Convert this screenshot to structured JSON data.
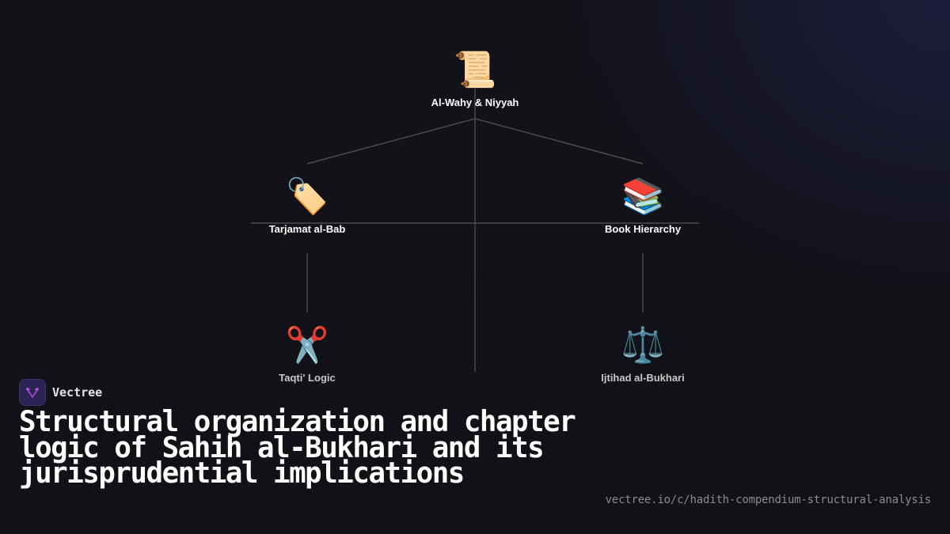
{
  "diagram": {
    "type": "tree",
    "nodes": [
      {
        "id": "root",
        "label": "Al-Wahy & Niyyah",
        "icon": "scroll-icon",
        "glyph": "📜"
      },
      {
        "id": "left",
        "label": "Tarjamat al-Bab",
        "icon": "label-tag-icon",
        "glyph": "🏷️"
      },
      {
        "id": "right",
        "label": "Book Hierarchy",
        "icon": "books-icon",
        "glyph": "📚"
      },
      {
        "id": "left-child",
        "label": "Taqti' Logic",
        "icon": "scissors-icon",
        "glyph": "✂️"
      },
      {
        "id": "right-child",
        "label": "Ijtihad al-Bukhari",
        "icon": "balance-scale-icon",
        "glyph": "⚖️"
      }
    ],
    "edges": [
      [
        "root",
        "left"
      ],
      [
        "root",
        "right"
      ],
      [
        "left",
        "left-child"
      ],
      [
        "right",
        "right-child"
      ]
    ],
    "line_color": "#4a4a52"
  },
  "brand": {
    "name": "Vectree",
    "logo_icon": "vectree-logo-icon",
    "accent": "#a444d8"
  },
  "title": "Structural organization and chapter logic of Sahih al-Bukhari and its jurisprudential implications",
  "url": "vectree.io/c/hadith-compendium-structural-analysis"
}
